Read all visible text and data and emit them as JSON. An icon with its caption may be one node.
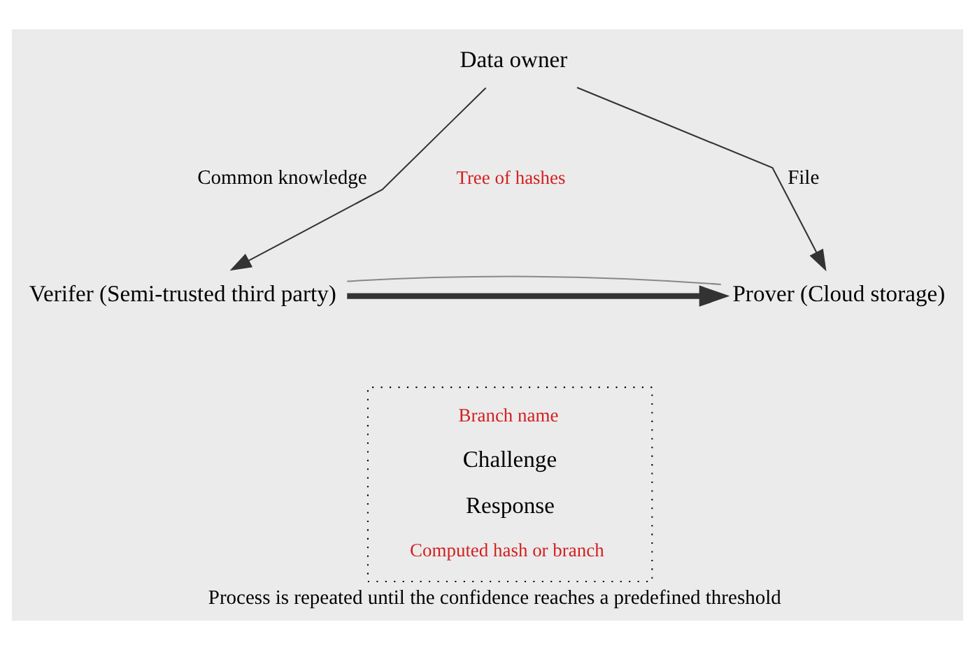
{
  "diagram": {
    "caption": "Process is repeated until the confidence reaches a predefined threshold",
    "nodes": [
      {
        "text": [
          "Data owner"
        ]
      },
      {
        "text": [
          "Verifer (Semi-trusted third party)"
        ]
      },
      {
        "text": [
          "Branch name",
          "Challenge",
          "Response",
          "Computed hash or branch"
        ]
      },
      {
        "text": [
          "Prover (Cloud storage)"
        ]
      }
    ],
    "edges": [
      {
        "from": 0,
        "to": 1,
        "arrow": "to",
        "label": "Common knowledge"
      },
      {
        "from": 0,
        "to": 3,
        "arrow": "to",
        "label": "File"
      },
      {
        "from": 1,
        "to": 3,
        "arrow": "to",
        "style": "thick"
      },
      {
        "from": 3,
        "to": 1,
        "arrow": "none",
        "color": "#888888"
      }
    ],
    "labels": [
      "Tree of hashes"
    ]
  }
}
